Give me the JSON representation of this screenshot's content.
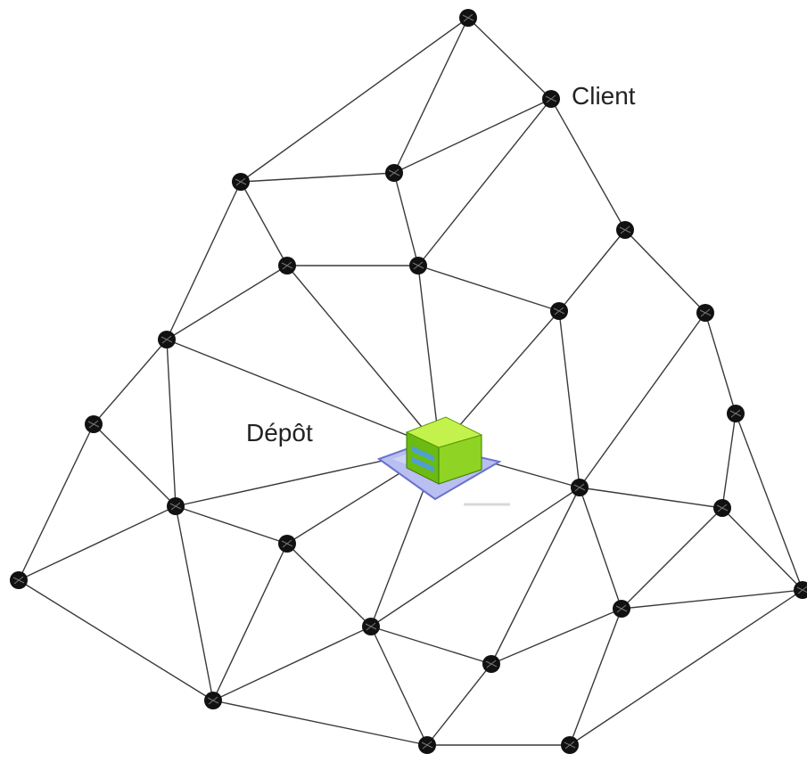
{
  "labels": {
    "client": "Client",
    "depot": "Dépôt"
  },
  "colors": {
    "edge": "#3a3a3a",
    "node": "#111111",
    "node_highlight": "#ffffff",
    "depot_roof": "#b6ef3a",
    "depot_side": "#7fc719",
    "depot_front": "#69b80f",
    "depot_base": "#8f96e6",
    "depot_window": "#5aa6d8"
  },
  "icons": {
    "node": "client-node-dot",
    "depot": "depot-building-icon"
  }
}
